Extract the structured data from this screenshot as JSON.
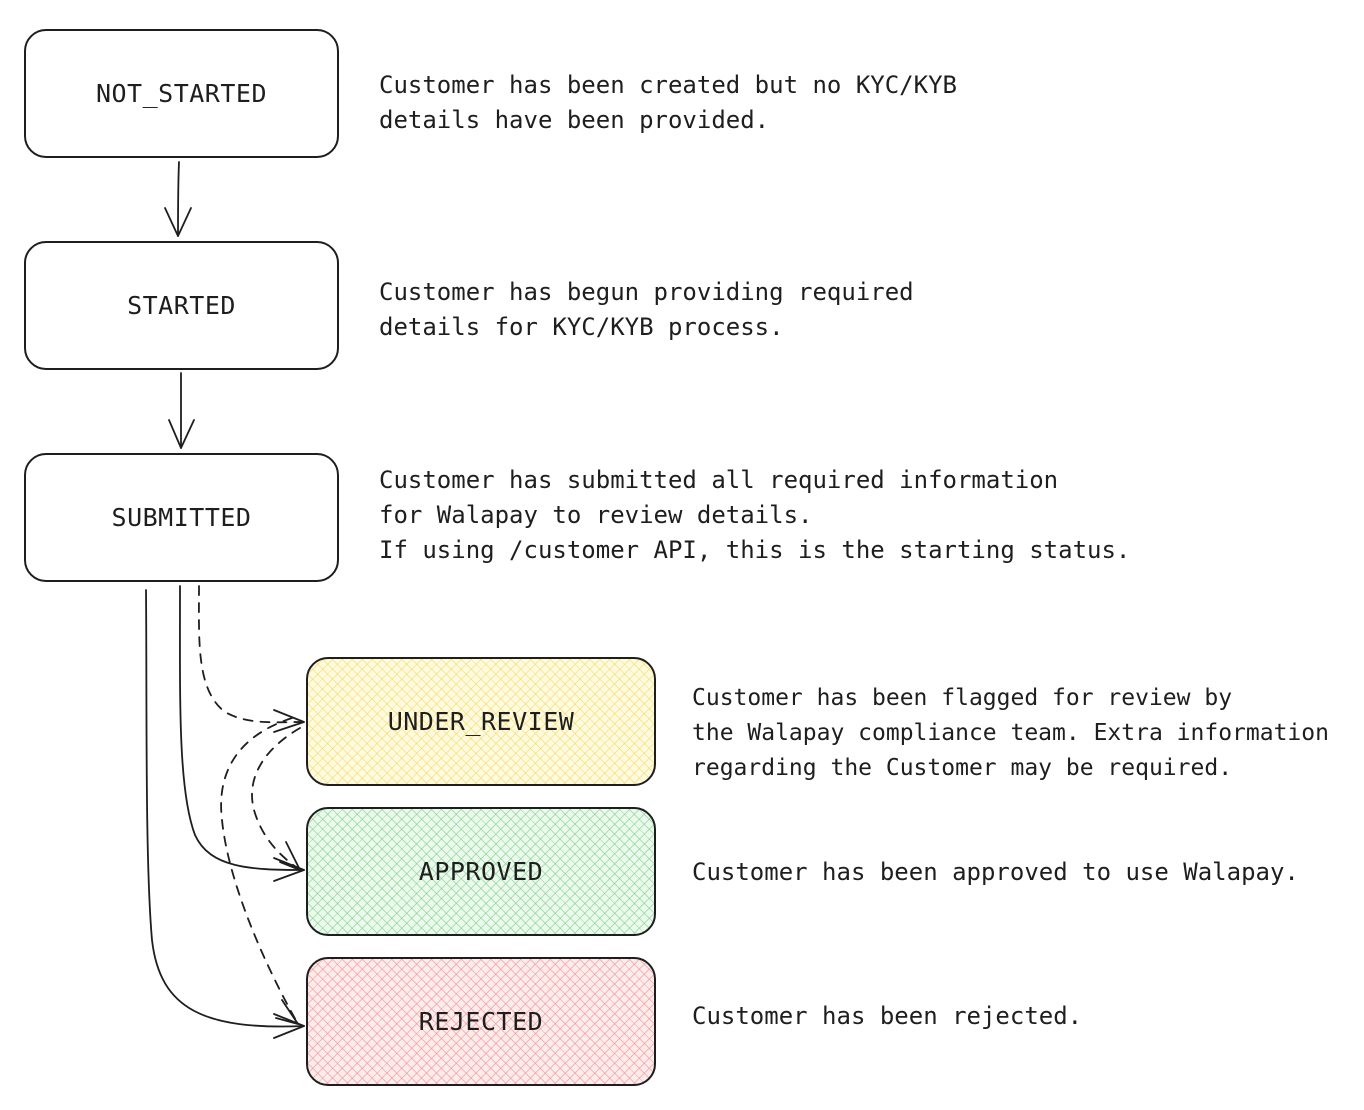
{
  "statuses": {
    "not_started": {
      "label": "NOT_STARTED",
      "description": [
        "Customer has been created but no KYC/KYB",
        "details have been provided."
      ]
    },
    "started": {
      "label": "STARTED",
      "description": [
        "Customer has begun providing required",
        "details for KYC/KYB process."
      ]
    },
    "submitted": {
      "label": "SUBMITTED",
      "description": [
        "Customer has submitted all required information",
        "for Walapay to review details.",
        "If using /customer API, this is the starting status."
      ]
    },
    "under_review": {
      "label": "UNDER_REVIEW",
      "description": [
        "Customer has been flagged for review by",
        "the Walapay compliance team. Extra information",
        "regarding the Customer may be required."
      ]
    },
    "approved": {
      "label": "APPROVED",
      "description": [
        "Customer has been approved to use Walapay."
      ]
    },
    "rejected": {
      "label": "REJECTED",
      "description": [
        "Customer has been rejected."
      ]
    }
  },
  "colors": {
    "stroke": "#1e1e1e",
    "under_review_fill": "#fffbe0",
    "approved_fill": "#ecfaee",
    "rejected_fill": "#fdecec"
  },
  "transitions": [
    {
      "from": "NOT_STARTED",
      "to": "STARTED",
      "style": "solid"
    },
    {
      "from": "STARTED",
      "to": "SUBMITTED",
      "style": "solid"
    },
    {
      "from": "SUBMITTED",
      "to": "UNDER_REVIEW",
      "style": "dashed"
    },
    {
      "from": "SUBMITTED",
      "to": "APPROVED",
      "style": "solid"
    },
    {
      "from": "SUBMITTED",
      "to": "REJECTED",
      "style": "solid"
    },
    {
      "from": "UNDER_REVIEW",
      "to": "APPROVED",
      "style": "dashed"
    },
    {
      "from": "UNDER_REVIEW",
      "to": "REJECTED",
      "style": "dashed"
    }
  ]
}
